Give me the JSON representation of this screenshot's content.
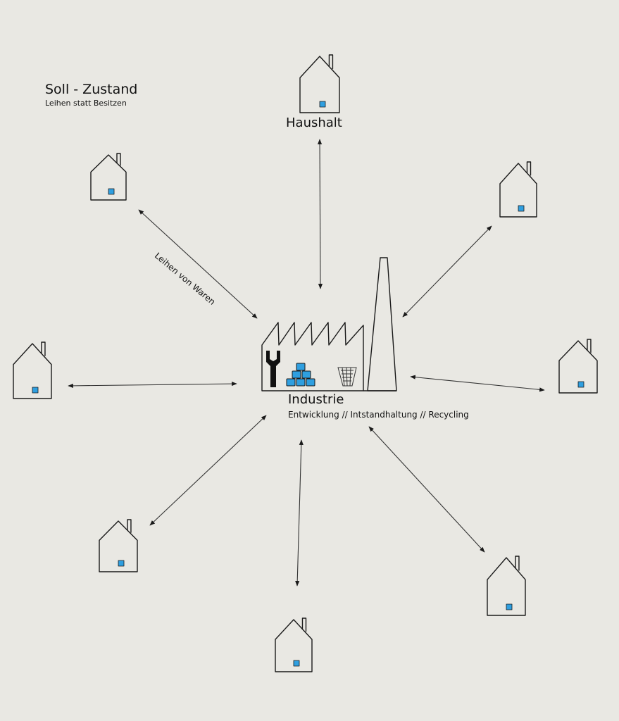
{
  "title": "Soll - Zustand",
  "subtitle": "Leihen statt Besitzen",
  "household_label": "Haushalt",
  "industry": {
    "label": "Industrie",
    "functions": "Entwicklung // Intstandhaltung // Recycling"
  },
  "edge_label": "Leihen von Waren",
  "colors": {
    "paper": "#e9e8e3",
    "ink": "#1a1a1a",
    "window_blue": "#2f9fe0"
  },
  "icons": [
    "house-icon",
    "factory-icon",
    "chimney-icon",
    "wrench-icon",
    "boxes-icon",
    "recycling-bin-icon",
    "arrow-icon"
  ]
}
